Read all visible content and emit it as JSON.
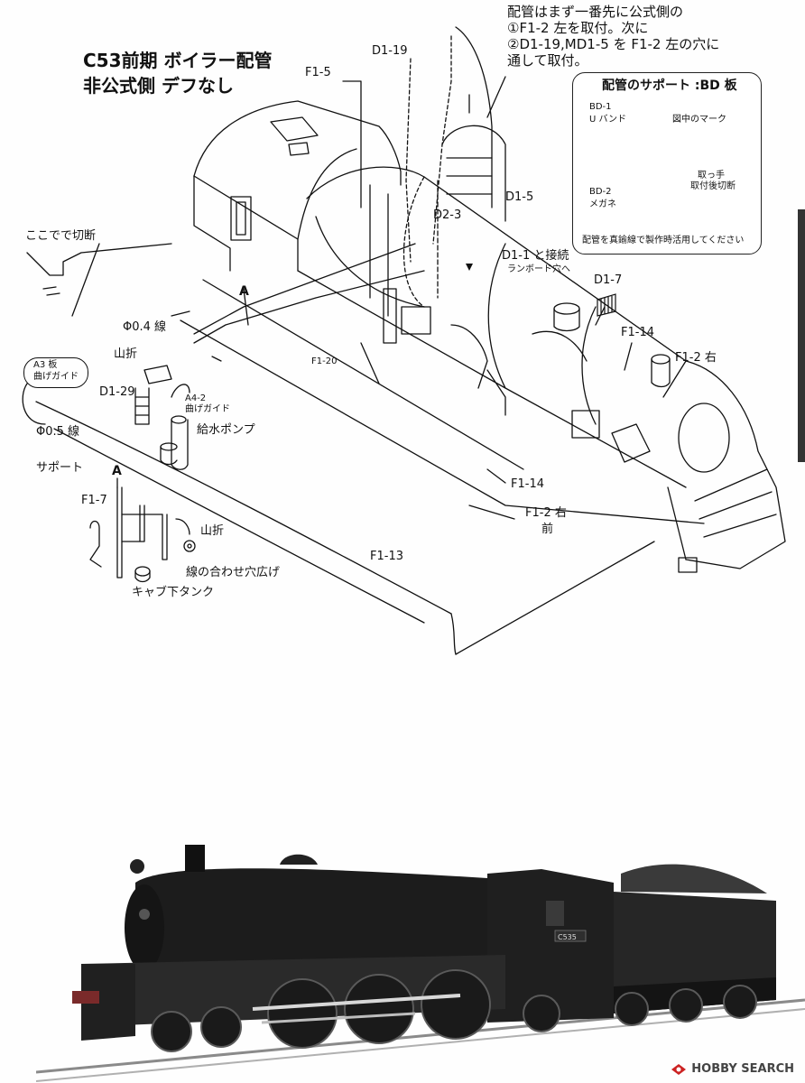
{
  "title": {
    "line1": "C53前期 ボイラー配管",
    "line2": "非公式側 デフなし"
  },
  "instruction": {
    "line1": "配管はまず一番先に公式側の",
    "line2": "①F1-2 左を取付。次に",
    "line3": "②D1-19,MD1-5 を F1-2 左の穴に",
    "line4": "通して取付。"
  },
  "support_box": {
    "title": "配管のサポート :BD 板",
    "bd1": "BD-1",
    "u_band": "U バンド",
    "arrow_mark": "図中のマーク",
    "remove_handle": "取っ手",
    "cut_after": "取付後切断",
    "bd2": "BD-2",
    "megane": "メガネ",
    "footer": "配管を真鍮線で製作時活用してください"
  },
  "labels": {
    "d1_19": "D1-19",
    "f1_5": "F1-5",
    "d1_5": "D1-5",
    "d2_3": "D2-3",
    "d1_1": "D1-1 と接続",
    "runboard": "ランボード穴へ",
    "d1_7": "D1-7",
    "f1_14_top": "F1-14",
    "f1_2_right_top": "F1-2 右",
    "cut_here": "ここでで切断",
    "wire_04": "Φ0.4 線",
    "a_top": "A",
    "yamaori_1": "山折",
    "a3_plate": "A3 板",
    "bend_guide": "曲げガイド",
    "d1_29": "D1-29",
    "a4_2": "A4-2",
    "bend_guide_2": "曲げガイド",
    "f1_20": "F1-20",
    "feed_pump": "給水ポンプ",
    "wire_05": "Φ0.5 線",
    "support": "サポート",
    "a_bottom": "A",
    "f1_7": "F1-7",
    "yamaori_2": "山折",
    "hole_widen": "線の合わせ穴広げ",
    "cab_tank": "キャブ下タンク",
    "f1_14_bottom": "F1-14",
    "f1_2_right_bottom": "F1-2 右",
    "front": "前",
    "f1_13": "F1-13"
  },
  "photo": {
    "number_plate": "C535"
  },
  "watermark": {
    "text": "HOBBY SEARCH"
  },
  "colors": {
    "ink": "#111111",
    "loco_body": "#1c1c1c",
    "rail": "#8a8a8a"
  }
}
